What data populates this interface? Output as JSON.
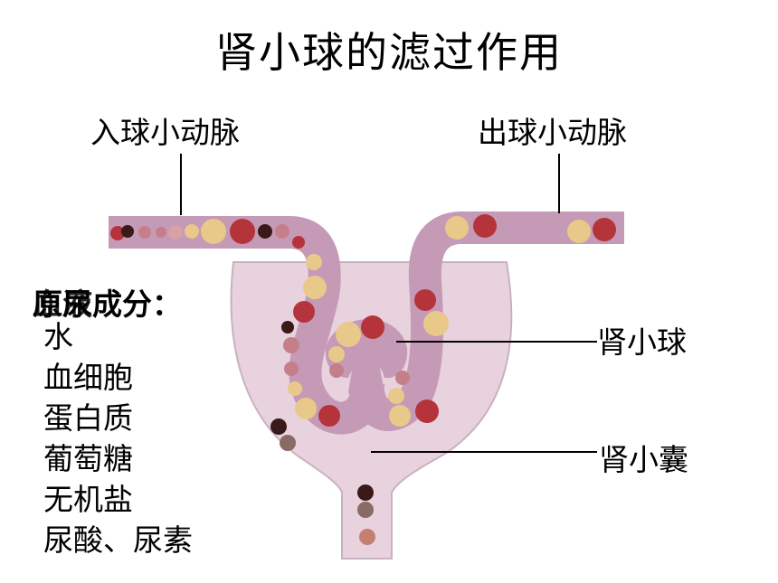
{
  "title": "肾小球的滤过作用",
  "labels": {
    "afferent_arteriole": "入球小动脉",
    "efferent_arteriole": "出球小动脉",
    "glomerulus": "肾小球",
    "renal_capsule": "肾小囊"
  },
  "components": {
    "title_overlap_a": "原尿成分：",
    "title_overlap_b": "血液",
    "items": [
      "水",
      "血细胞",
      "蛋白质",
      "葡萄糖",
      "无机盐",
      "尿酸、尿素"
    ]
  },
  "colors": {
    "vessel_fill": "#c59ab6",
    "capsule_fill": "#e8d2de",
    "capsule_outline": "#c7b0bd",
    "red_cell": "#b5343b",
    "cream_cell": "#e9c98a",
    "dark_cell": "#3a1a18",
    "pink_cell": "#c57f8a"
  }
}
